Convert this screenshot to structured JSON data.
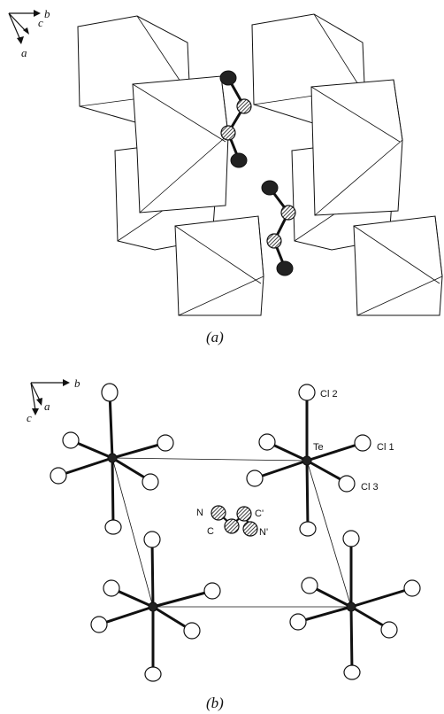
{
  "panel_a": {
    "caption": "(a)",
    "axes": {
      "b": "b",
      "c": "c",
      "a": "a"
    }
  },
  "panel_b": {
    "caption": "(b)",
    "axes": {
      "b": "b",
      "a": "a",
      "c": "c"
    },
    "atom_labels": {
      "te": "Te",
      "cl1": "Cl 1",
      "cl2": "Cl 2",
      "cl3": "Cl 3",
      "n": "N",
      "c": "C",
      "c_prime": "C'",
      "n_prime": "N'"
    }
  }
}
